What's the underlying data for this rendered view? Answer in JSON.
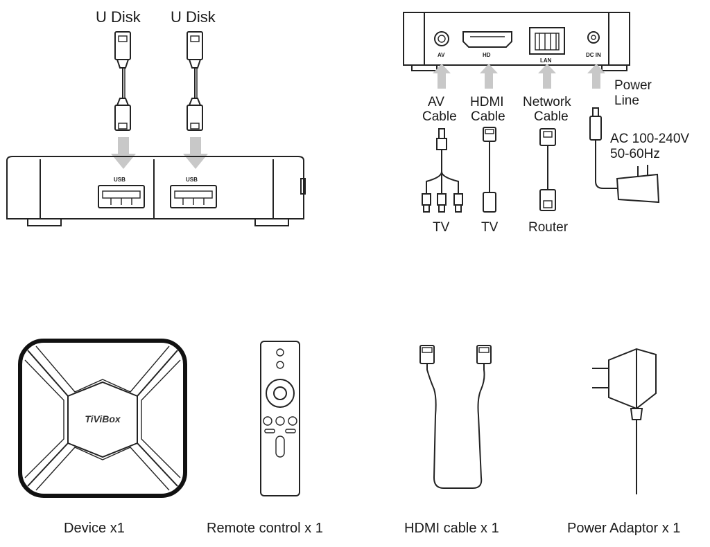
{
  "usb_diagram": {
    "disk_left_label": "U Disk",
    "disk_right_label": "U Disk",
    "port_left_label": "USB",
    "port_right_label": "USB"
  },
  "rear_panel": {
    "port_av": "AV",
    "port_hd": "HD",
    "port_lan": "LAN",
    "port_dcin": "DC IN",
    "cable_av_line1": "AV",
    "cable_av_line2": "Cable",
    "cable_hdmi_line1": "HDMI",
    "cable_hdmi_line2": "Cable",
    "cable_net_line1": "Network",
    "cable_net_line2": "Cable",
    "power_line1": "Power",
    "power_line2": "Line",
    "power_spec_line1": "AC 100-240V",
    "power_spec_line2": "50-60Hz",
    "dest_av": "TV",
    "dest_hdmi": "TV",
    "dest_net": "Router"
  },
  "package": {
    "device_logo": "TiViBox",
    "device_caption": "Device x1",
    "remote_caption": "Remote control x 1",
    "hdmi_caption": "HDMI cable x 1",
    "adaptor_caption": "Power Adaptor x 1"
  },
  "colors": {
    "line": "#222222",
    "arrow": "#c8c8c8"
  }
}
